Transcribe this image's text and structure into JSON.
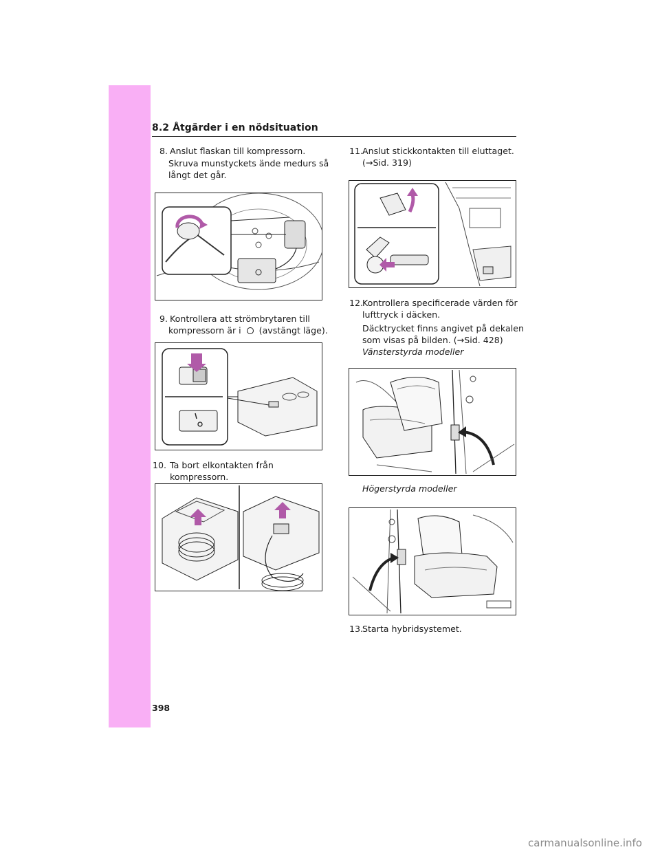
{
  "header": {
    "title": "8.2  Åtgärder i en nödsituation"
  },
  "steps": {
    "s8": {
      "num": "8.",
      "text": "Anslut flaskan till kompressorn.",
      "sub1": "Skruva munstyckets ände medurs så",
      "sub2": "långt det går."
    },
    "s9": {
      "num": "9.",
      "line1": "Kontrollera att strömbrytaren till",
      "line2a": "kompressorn är i",
      "line2b": "(avstängt läge)."
    },
    "s10": {
      "num": "10.",
      "text": "Ta bort elkontakten från kompressorn."
    },
    "s11": {
      "num": "11.",
      "text": "Anslut stickkontakten till eluttaget.",
      "ref": "(→Sid. 319)"
    },
    "s12": {
      "num": "12.",
      "line1": "Kontrollera specificerade värden för",
      "line2": "lufttryck i däcken.",
      "sub1": "Däcktrycket finns angivet på dekalen",
      "sub2": "som visas på bilden. (→Sid. 428)",
      "lhd": "Vänsterstyrda modeller",
      "rhd": "Högerstyrda modeller"
    },
    "s13": {
      "num": "13.",
      "text": "Starta hybridsystemet."
    }
  },
  "icons": [
    "off-position-icon"
  ],
  "page_number": "398",
  "watermark": "carmanualsonline.info"
}
